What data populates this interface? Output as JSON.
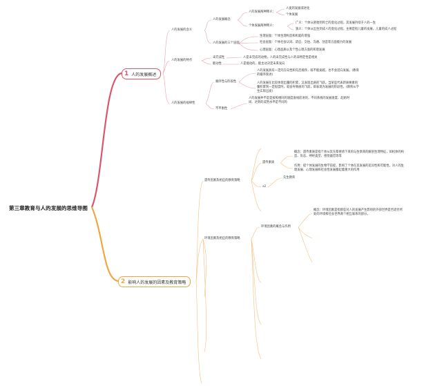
{
  "root": {
    "title": "第三章教育与人的发展的思维导图"
  },
  "branch1": {
    "number": "1",
    "label": "人的发展概述",
    "color": "#d9566a",
    "meaning": {
      "label": "人的发展的含义",
      "concept": {
        "label": "人的发展概念",
        "two_meanings": {
          "label": "人的发展两种释义：",
          "items": [
            "人类的发展或进化",
            "个体发展"
          ]
        },
        "individual": {
          "label": "个体发展两种释义：",
          "items": [
            "广义：个体从胚胎到死亡的变化过程，其发展持续于人的一生",
            "狭义：个体从出生到成人的变化过程，主要是指儿童的发展，儿童的成人过程"
          ]
        }
      },
      "three_levels": {
        "label": "人的发展的三个层面",
        "items": [
          "生理层面：个体生理构造和机能的增强",
          "社会层面：个体社会认同、适应、交往、沟通、创造等方面能力的发展",
          "心理层面：心理品质以及个性心理方面的和谐发展"
        ]
      }
    },
    "features": {
      "label": "人的发展的特点",
      "items": [
        {
          "label": "未完成性",
          "text": "人是未完成的动物，人的未完成性与人的非特定性是相关"
        },
        {
          "label": "能动性",
          "text": "人是能动的，能主动决定未来发向"
        }
      ]
    },
    "laws": {
      "label": "人的发展的规律性",
      "sequence": {
        "label": "顺序性与阶段性",
        "texts": [
          "人的发展具有一定的方向性和先后顺序，既不能逾越，也不会逆向发展。(教育的循序渐进)",
          "人的发展在比较体现出量的积累，又表现出质的飞跃。当某些代表新质要素的量积累到一定程度时，就会导致质的飞跃，即表现为发展的阶段性。(教育从学生实际出发)"
        ]
      },
      "imbalance": {
        "label": "不平衡性",
        "texts": [
          "人的发展并不是是按照相同的速度直线前进的，不同系统的发展速度、起始时间、达到的成熟水平是不同的"
        ]
      }
    }
  },
  "branch2": {
    "number": "2",
    "label": "影响人的发展的因素及教育策略",
    "color": "#f0a640",
    "heredity": {
      "label": "遗传因素及相应的教育策略",
      "sub": {
        "label": "遗传素质",
        "texts": [
          "概念：遗传素质是指个体从其先辈继承下来的与生俱来的解剖生理特征，如机体的构造、形态、神经类型、感觉器官等等",
          "作用：提个体发展的生物学前提，影响了个体在其发展的差异性和可能性，对人的生理发展、心理发展和社会性发展都起着重大的作用"
        ]
      },
      "small_label": "a2",
      "innate": "先生教育"
    },
    "environment": {
      "label": "环境因素及相应的教育策略",
      "sub": {
        "label": "环境因素的概念与作用",
        "texts": [
          "概念：环境因素是指那些对人的发展产生影响的外部世界是否适合所处的环境和社会世界两个相互联系的部分。"
        ]
      }
    }
  }
}
